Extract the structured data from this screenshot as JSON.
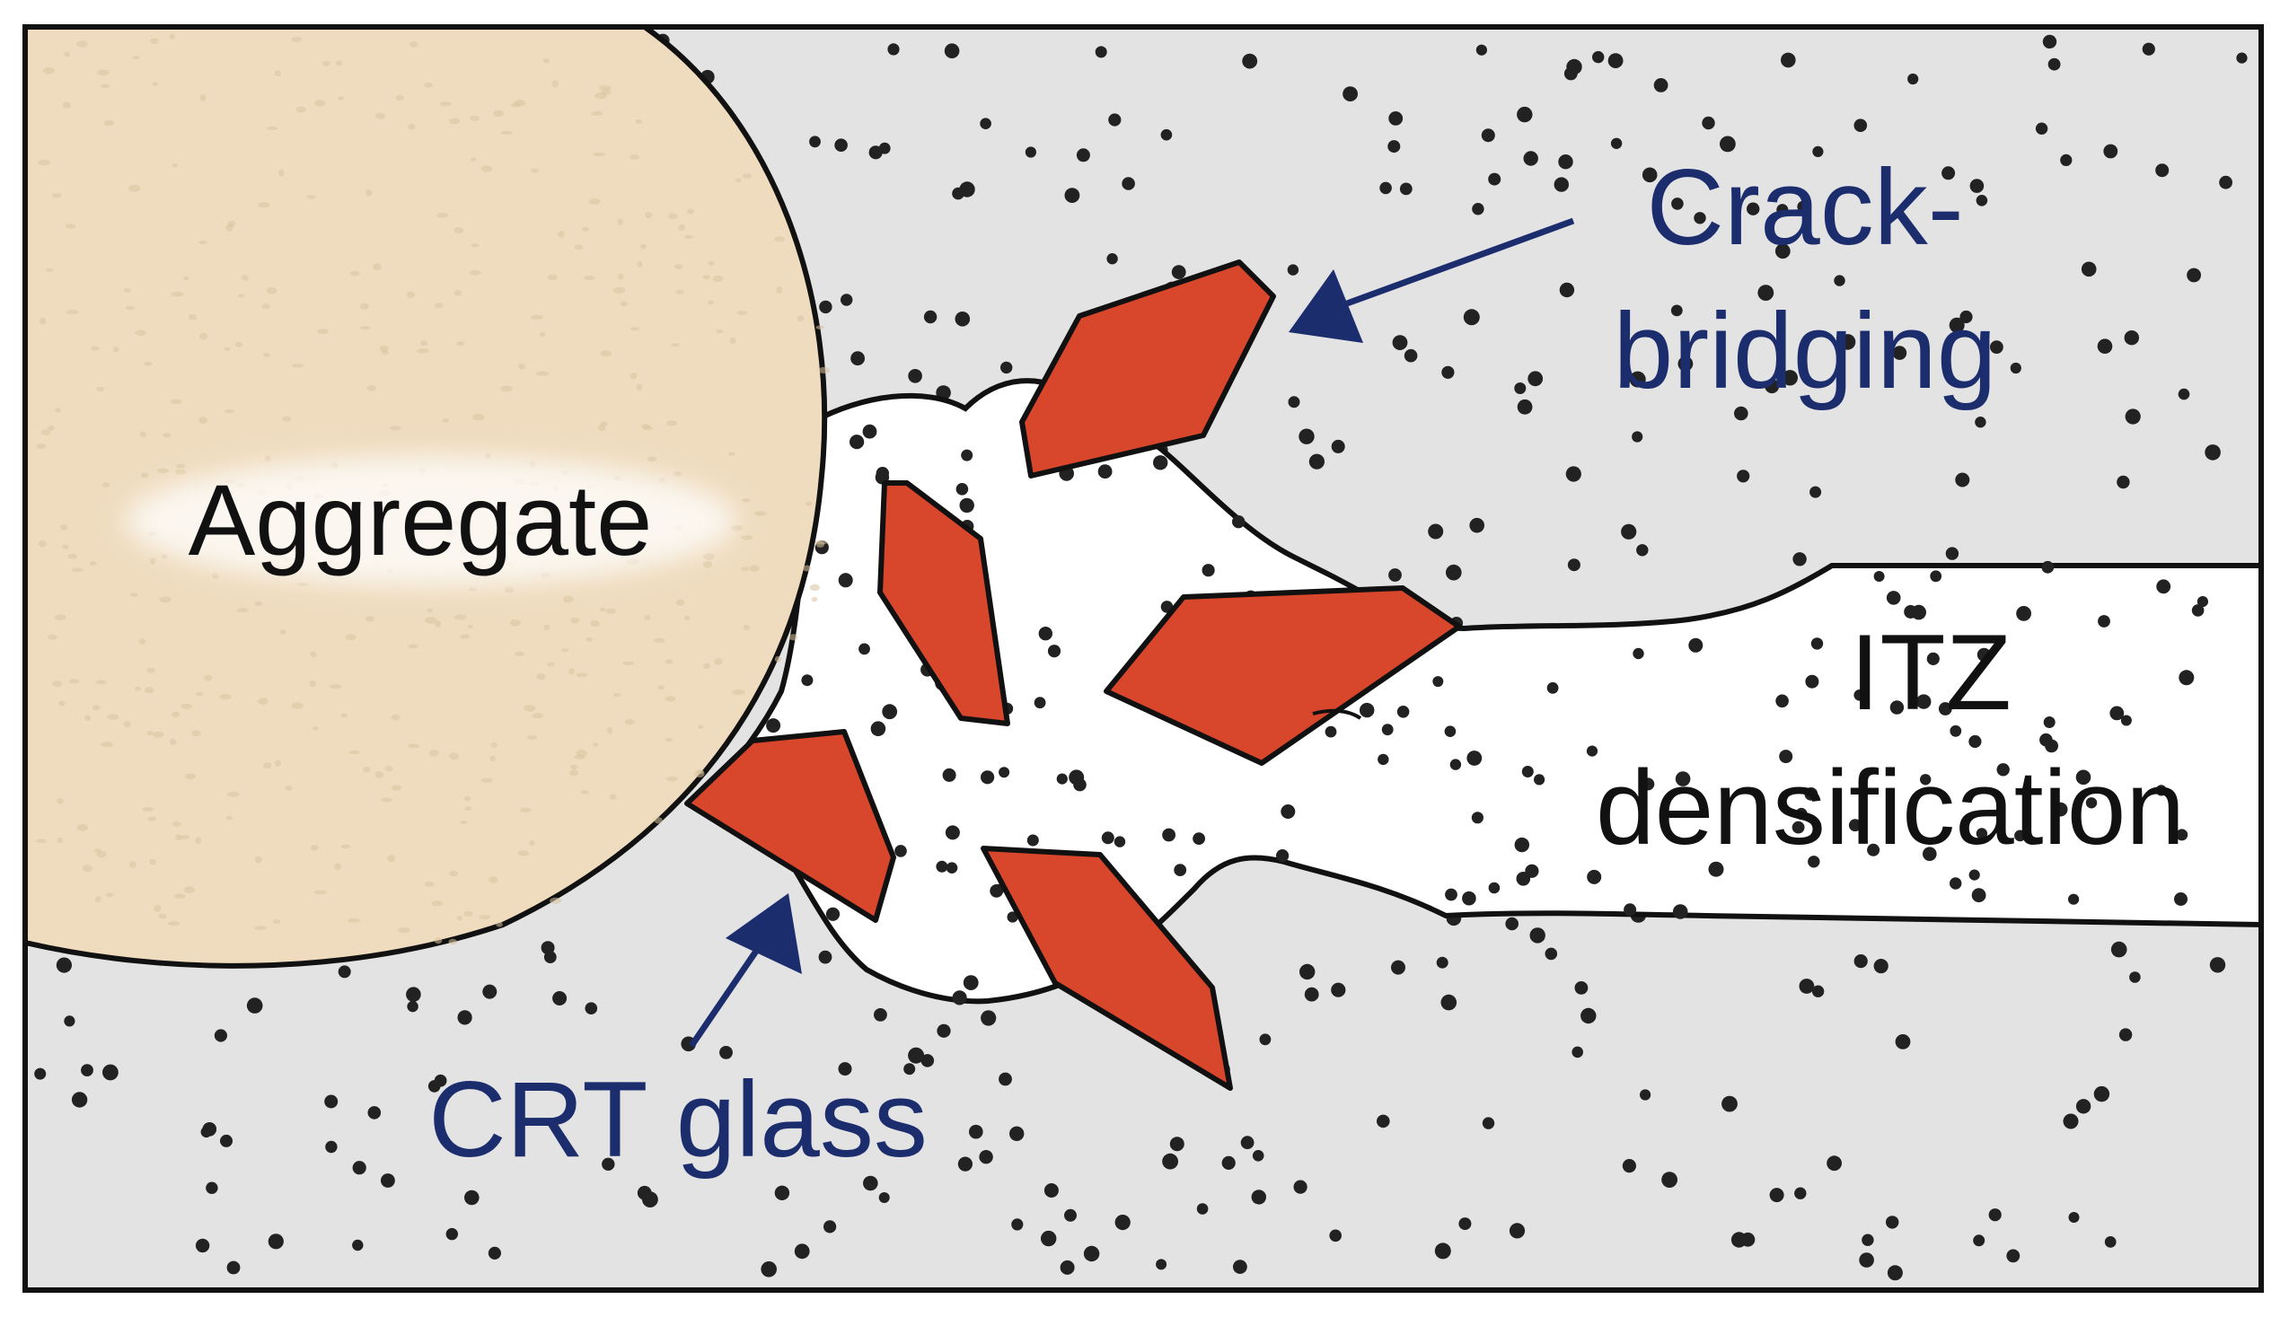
{
  "labels": {
    "aggregate": "Aggregate",
    "crack_line1": "Crack-",
    "crack_line2": "bridging",
    "itz_line1": "ITZ",
    "itz_line2": "densification",
    "crt": "CRT glass"
  },
  "colors": {
    "paste": "#e3e3e3",
    "aggregate": "#efdcbf",
    "glass": "#d8462b",
    "outline": "#111111",
    "dot": "#222222",
    "annotation": "#1c2d6e",
    "text": "#111111",
    "zone": "#ffffff"
  }
}
